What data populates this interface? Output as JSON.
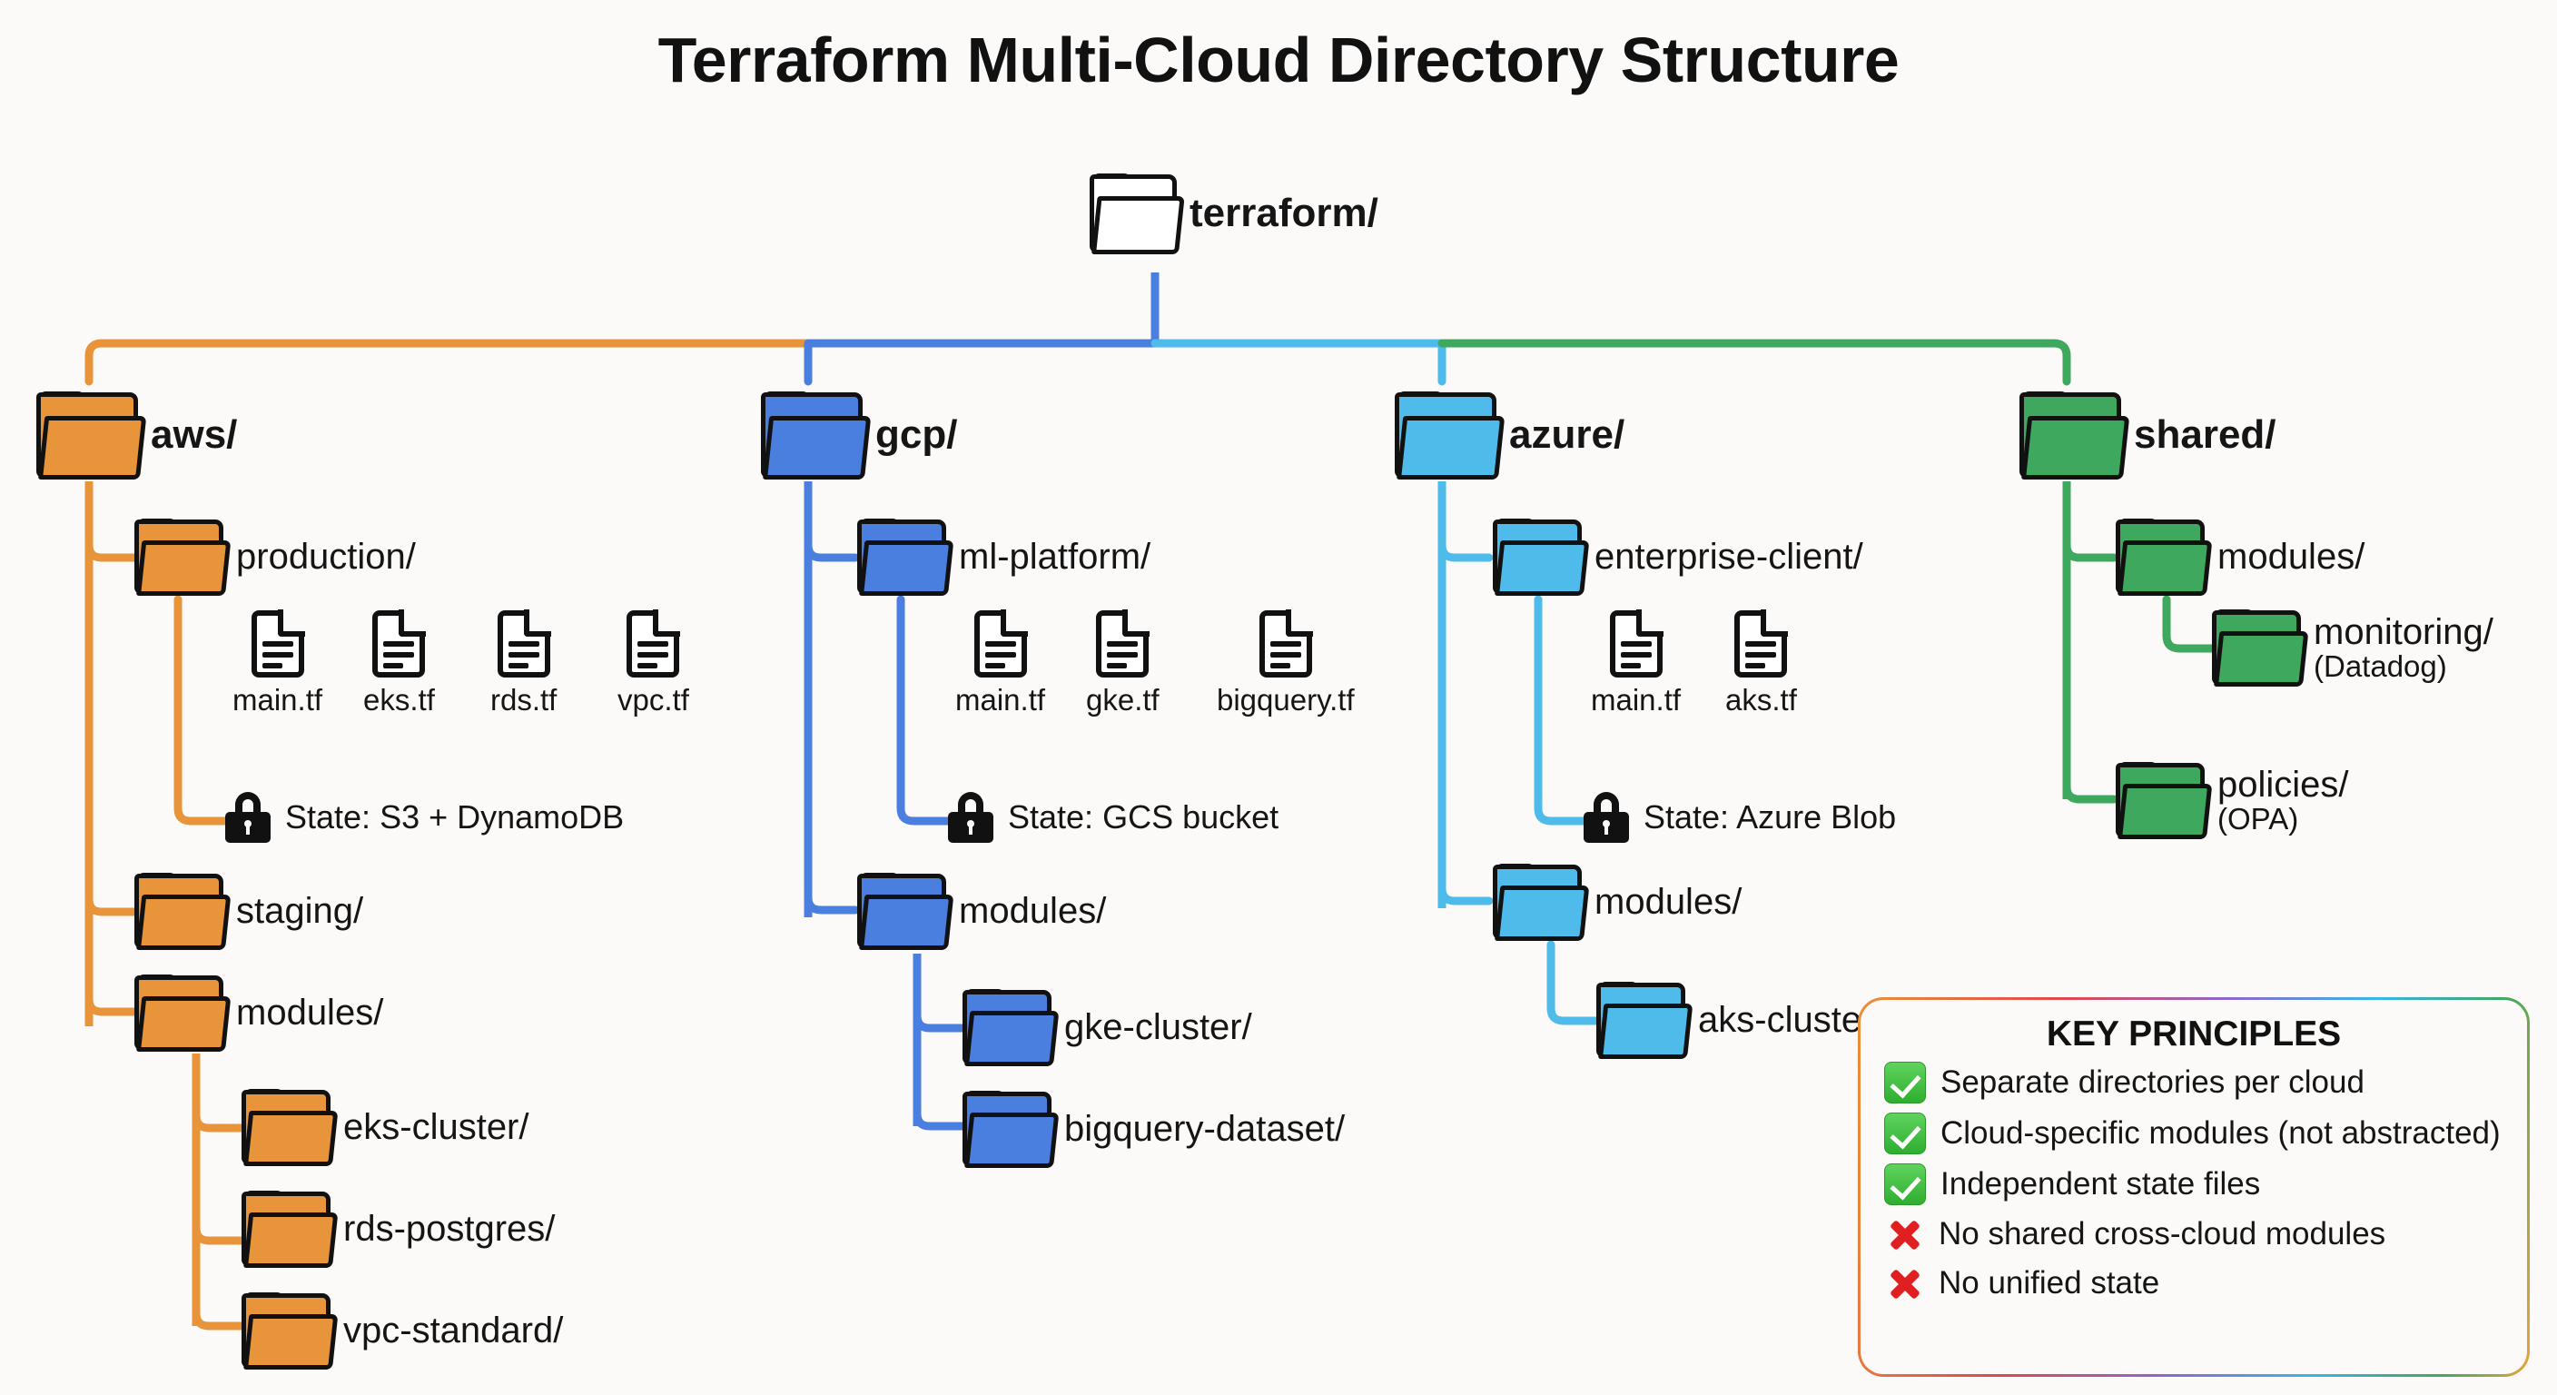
{
  "title": "Terraform Multi-Cloud Directory Structure",
  "colors": {
    "aws": "#E8943A",
    "gcp": "#4A7FE0",
    "azure": "#4FBBEA",
    "shared": "#3FA85F",
    "background": "#FBFAF8",
    "outline": "#111111"
  },
  "root": {
    "label": "terraform/",
    "icon": "folder-open-icon"
  },
  "branches": [
    {
      "key": "aws",
      "label": "aws/",
      "color": "#E8943A",
      "children": [
        {
          "label": "production/",
          "files": [
            "main.tf",
            "eks.tf",
            "rds.tf",
            "vpc.tf"
          ],
          "state": "State: S3 + DynamoDB"
        },
        {
          "label": "staging/"
        },
        {
          "label": "modules/",
          "children": [
            "eks-cluster/",
            "rds-postgres/",
            "vpc-standard/"
          ]
        }
      ]
    },
    {
      "key": "gcp",
      "label": "gcp/",
      "color": "#4A7FE0",
      "children": [
        {
          "label": "ml-platform/",
          "files": [
            "main.tf",
            "gke.tf",
            "bigquery.tf"
          ],
          "state": "State: GCS bucket"
        },
        {
          "label": "modules/",
          "children": [
            "gke-cluster/",
            "bigquery-dataset/"
          ]
        }
      ]
    },
    {
      "key": "azure",
      "label": "azure/",
      "color": "#4FBBEA",
      "children": [
        {
          "label": "enterprise-client/",
          "files": [
            "main.tf",
            "aks.tf"
          ],
          "state": "State: Azure Blob"
        },
        {
          "label": "modules/",
          "children": [
            "aks-cluster/"
          ]
        }
      ]
    },
    {
      "key": "shared",
      "label": "shared/",
      "color": "#3FA85F",
      "children": [
        {
          "label": "modules/",
          "children": [
            "monitoring/"
          ],
          "child_notes": [
            "(Datadog)"
          ]
        },
        {
          "label": "policies/",
          "note": "(OPA)"
        }
      ]
    }
  ],
  "key_principles": {
    "title": "KEY PRINCIPLES",
    "items": [
      {
        "mark": "check",
        "text": "Separate directories per cloud"
      },
      {
        "mark": "check",
        "text": "Cloud-specific modules (not abstracted)"
      },
      {
        "mark": "check",
        "text": "Independent state files"
      },
      {
        "mark": "cross",
        "text": "No shared cross-cloud modules"
      },
      {
        "mark": "cross",
        "text": "No unified state"
      }
    ]
  }
}
